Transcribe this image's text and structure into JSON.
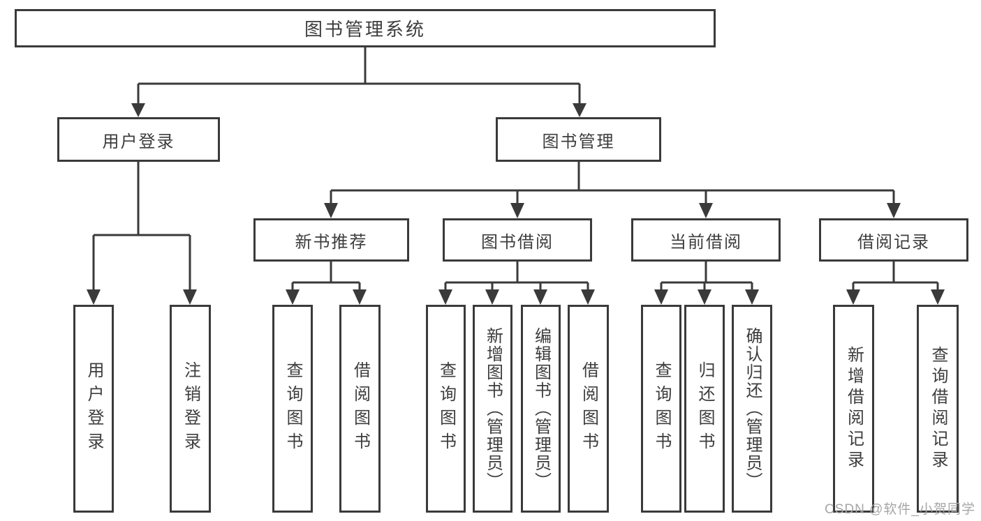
{
  "colors": {
    "line": "#3a3a3a",
    "box-border": "#3a3a3a",
    "text": "#3d3d3d",
    "watermark": "#a6a6a6",
    "background": "#ffffff"
  },
  "watermark": {
    "text": "CSDN @软件_小贺同学"
  },
  "tree": {
    "root": {
      "label": "图书管理系统",
      "children": [
        {
          "label": "用户登录",
          "children": [
            {
              "label": "用户登录"
            },
            {
              "label": "注销登录"
            }
          ]
        },
        {
          "label": "图书管理",
          "children": [
            {
              "label": "新书推荐",
              "children": [
                {
                  "label": "查询图书"
                },
                {
                  "label": "借阅图书"
                }
              ]
            },
            {
              "label": "图书借阅",
              "children": [
                {
                  "label": "查询图书"
                },
                {
                  "label": "新增图书（管理员）"
                },
                {
                  "label": "编辑图书（管理员）"
                },
                {
                  "label": "借阅图书"
                }
              ]
            },
            {
              "label": "当前借阅",
              "children": [
                {
                  "label": "查询图书"
                },
                {
                  "label": "归还图书"
                },
                {
                  "label": "确认归还（管理员）"
                }
              ]
            },
            {
              "label": "借阅记录",
              "children": [
                {
                  "label": "新增借阅记录"
                },
                {
                  "label": "查询借阅记录"
                }
              ]
            }
          ]
        }
      ]
    }
  }
}
